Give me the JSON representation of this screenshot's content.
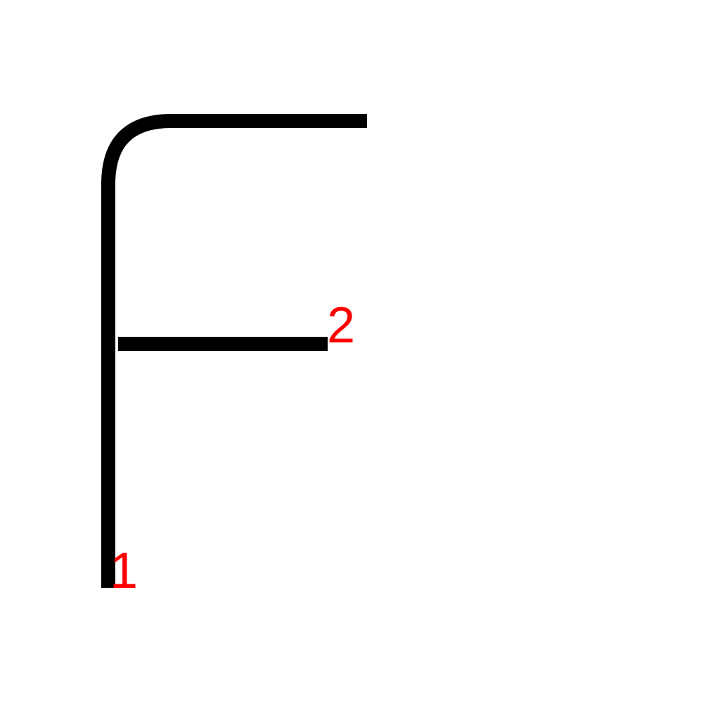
{
  "colors": {
    "background": "#ffffff",
    "stroke": "#000000",
    "stroke_number": "#ff0000"
  },
  "strokes": [
    {
      "order": "1",
      "shape": "vertical stroke turning right along the top"
    },
    {
      "order": "2",
      "shape": "short horizontal stroke at mid height"
    }
  ]
}
